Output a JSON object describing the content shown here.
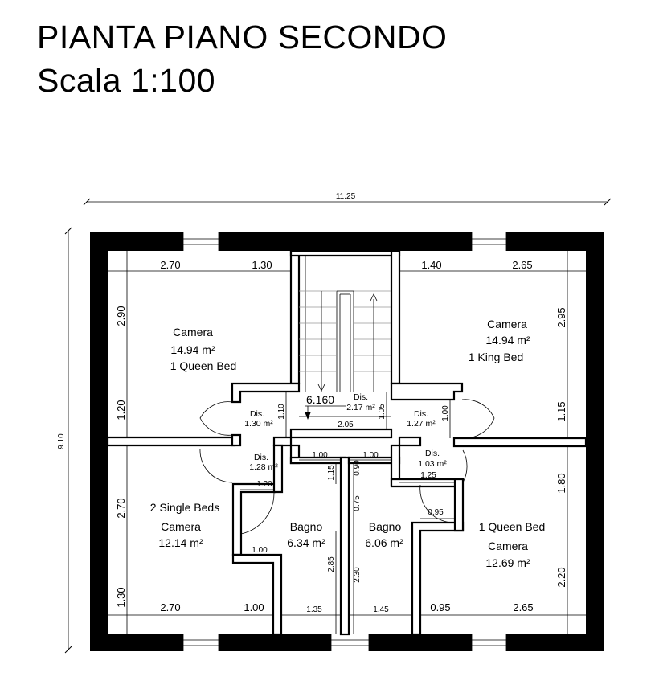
{
  "title": "PIANTA PIANO SECONDO",
  "scale": "Scala 1:100",
  "overall": {
    "width": "11.25",
    "depth": "9.10"
  },
  "rooms": {
    "camera_nw": {
      "name": "Camera",
      "area": "14.94 m²",
      "bed": "1 Queen Bed"
    },
    "camera_ne": {
      "name": "Camera",
      "area": "14.94 m²",
      "bed": "1 King Bed"
    },
    "camera_sw": {
      "name": "Camera",
      "area": "12.14 m²",
      "bed": "2 Single Beds"
    },
    "camera_se": {
      "name": "Camera",
      "area": "12.69 m²",
      "bed": "1 Queen Bed"
    },
    "bagno_w": {
      "name": "Bagno",
      "area": "6.34 m²"
    },
    "bagno_e": {
      "name": "Bagno",
      "area": "6.06 m²"
    },
    "dis_center": {
      "name": "Dis.",
      "area": "2.17 m²"
    },
    "dis_nw": {
      "name": "Dis.",
      "area": "1.30 m²"
    },
    "dis_ne": {
      "name": "Dis.",
      "area": "1.27 m²"
    },
    "dis_sw": {
      "name": "Dis.",
      "area": "1.28 m²"
    },
    "dis_se": {
      "name": "Dis.",
      "area": "1.03 m²"
    }
  },
  "level": "6.160",
  "dims": {
    "nw_top_a": "2.70",
    "nw_top_b": "1.30",
    "nw_side_a": "2.90",
    "nw_side_b": "1.20",
    "ne_top_a": "1.40",
    "ne_top_b": "2.65",
    "ne_side_a": "2.95",
    "ne_side_b": "1.15",
    "sw_bot_a": "2.70",
    "sw_bot_b": "1.00",
    "sw_side_a": "2.70",
    "sw_side_b": "1.30",
    "se_bot_a": "0.95",
    "se_bot_b": "2.65",
    "se_side_a": "1.80",
    "se_side_b": "2.20",
    "dis_nw_h": "1.10",
    "dis_center_w": "2.05",
    "dis_ne_h1": "1.05",
    "dis_ne_h2": "1.00",
    "dis_sw_w": "1.20",
    "bagno_w_top": "1.00",
    "bagno_w_h": "1.15",
    "bagno_w_notch": "1.00",
    "bagno_w_side": "2.85",
    "bagno_w_bot": "1.35",
    "bagno_e_top": "1.00",
    "bagno_e_h1": "0.90",
    "bagno_e_h2": "0.75",
    "bagno_e_side": "2.30",
    "bagno_e_bot": "1.45",
    "dis_se_w": "1.25",
    "se_notch": "0.95"
  }
}
